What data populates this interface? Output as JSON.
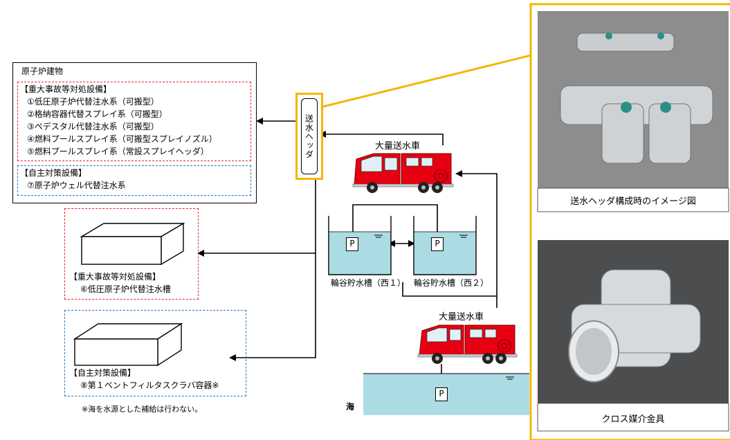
{
  "reactor_building": {
    "title": "原子炉建物",
    "sa_header": "【重大事故等対処設備】",
    "sa_items": [
      "①低圧原子炉代替注水系（可搬型）",
      "②格納容器代替スプレイ系（可搬型）",
      "③ペデスタル代替注水系（可搬型）",
      "④燃料プールスプレイ系（可搬型スプレイノズル）",
      "⑤燃料プールスプレイ系（常設スプレイヘッダ）"
    ],
    "voluntary_header": "【自主対策設備】",
    "voluntary_items": [
      "⑦原子炉ウェル代替注水系"
    ]
  },
  "tank_box": {
    "header": "【重大事故等対処設備】",
    "label": "⑥低圧原子炉代替注水槽"
  },
  "filter_box": {
    "header": "【自主対策設備】",
    "label": "⑧第１ベントフィルタスクラバ容器※"
  },
  "footnote": "※海を水源とした補給は行わない。",
  "header_unit": "送水ヘッダ",
  "truck_upper_label": "大量送水車",
  "truck_lower_label": "大量送水車",
  "pool_west1": "輪谷貯水槽（西１）",
  "pool_west2": "輪谷貯水槽（西２）",
  "sea_label": "海",
  "pump_symbol": "P",
  "photo_top_caption": "送水ヘッダ構成時のイメージ図",
  "photo_bottom_caption": "クロス媒介金具",
  "colors": {
    "red_dash": "#e8242c",
    "blue_dash": "#2e74b5",
    "frame_yellow": "#f2b705",
    "water": "#abdbe3",
    "truck_red": "#e60012"
  }
}
